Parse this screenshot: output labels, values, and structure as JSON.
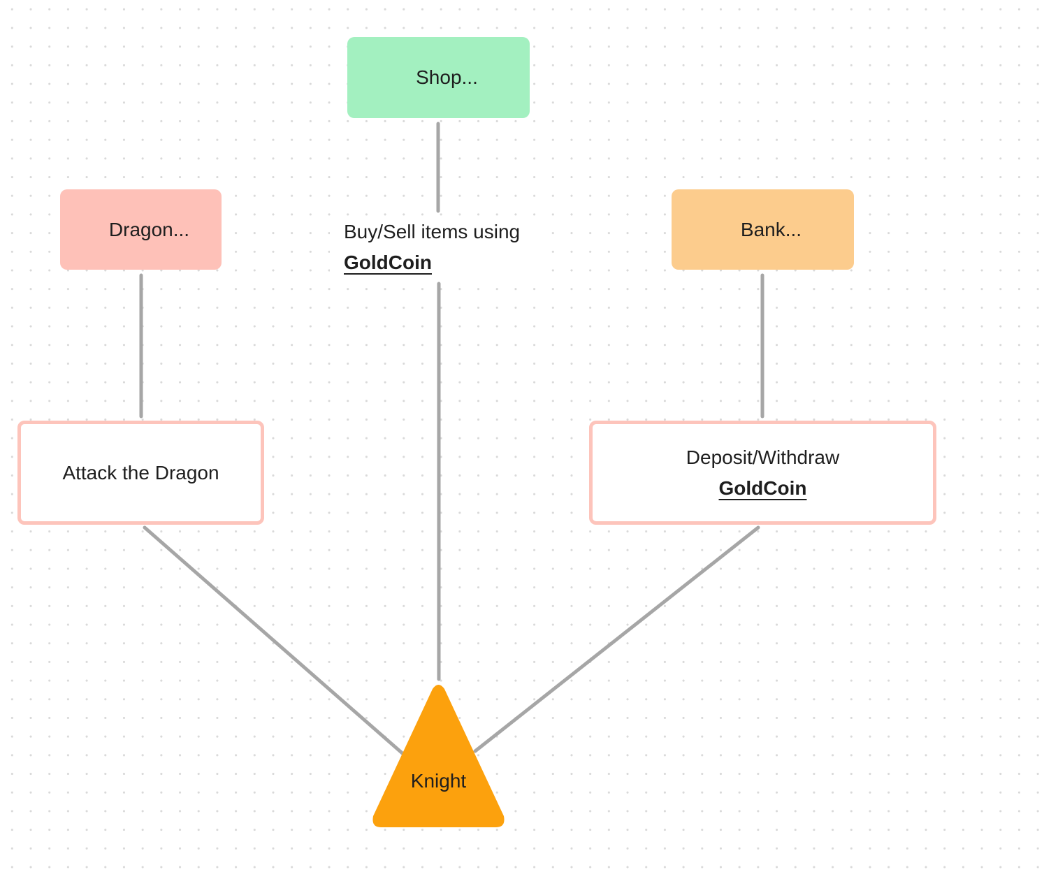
{
  "canvas": {
    "background": "#ffffff",
    "dot_grid_color": "#d9d9d9",
    "connector_color": "#a6a6a6"
  },
  "nodes": {
    "shop": {
      "label": "Shop...",
      "color": "#a3f0c0"
    },
    "dragon": {
      "label": "Dragon...",
      "color": "#fec1b8"
    },
    "bank": {
      "label": "Bank...",
      "color": "#fccc8d"
    },
    "attack": {
      "label": "Attack the Dragon",
      "border_color": "#fdc4bb"
    },
    "deposit": {
      "line1": "Deposit/Withdraw",
      "line2": "GoldCoin",
      "border_color": "#fdc4bb"
    },
    "knight": {
      "label": "Knight",
      "color": "#fca10d"
    }
  },
  "edges": {
    "shop_label": {
      "line1": "Buy/Sell items using",
      "line2": "GoldCoin"
    }
  }
}
